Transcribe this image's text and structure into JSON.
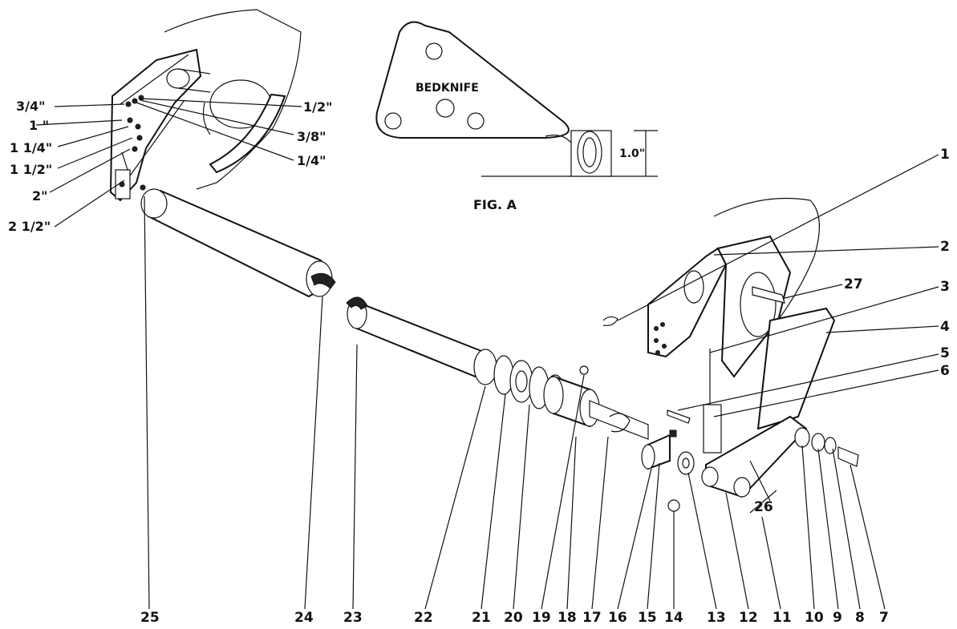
{
  "figure": {
    "caption": "FIG. A",
    "bedknife_label": "BEDKNIFE",
    "dimension_label": "1.0\""
  },
  "height_settings": {
    "left": [
      "3/4\"",
      "1 \"",
      "1 1/4\"",
      "1 1/2\"",
      "2\"",
      "2 1/2\""
    ],
    "right": [
      "1/2\"",
      "3/8\"",
      "1/4\""
    ]
  },
  "part_numbers": [
    "1",
    "2",
    "3",
    "4",
    "5",
    "6",
    "7",
    "8",
    "9",
    "10",
    "11",
    "12",
    "13",
    "14",
    "15",
    "16",
    "17",
    "18",
    "19",
    "20",
    "21",
    "22",
    "23",
    "24",
    "25",
    "26",
    "27"
  ]
}
